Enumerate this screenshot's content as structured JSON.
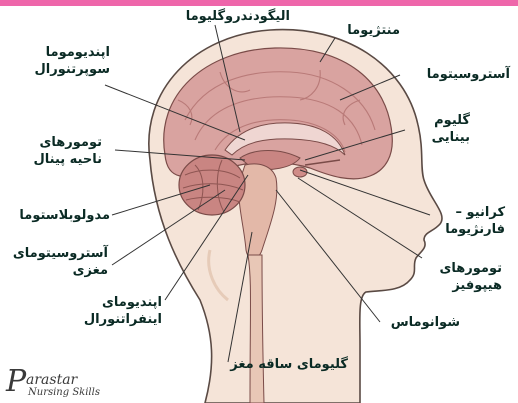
{
  "colors": {
    "background": "#ffffff",
    "skin": "#f5e4d8",
    "outline": "#5a4a44",
    "brain": "#d9a3a0",
    "brain_fold": "#b97a78",
    "cerebellum": "#c98582",
    "leader": "#333333",
    "label_text": "#0a2a24",
    "top_strip": "#ee66aa"
  },
  "labels": {
    "oligodendroglioma": "الیگودندروگلیوما",
    "meningioma": "منتژیوما",
    "ependymoma_supratentorial": [
      "اپندیوموما",
      "سوپرتنورال"
    ],
    "astrocytoma": "آستروسیتوما",
    "optic_glioma": [
      "گلیوم",
      "بینایی"
    ],
    "pineal_tumors": [
      "تومورهای",
      "ناحیه پینال"
    ],
    "craniopharyngioma": [
      "کرانیو –",
      "فارنژیوما"
    ],
    "medulloblastoma": "مدولوبلاستوما",
    "pituitary_tumors": [
      "تومورهای",
      "هیپوفیز"
    ],
    "cerebellar_astrocytoma": [
      "آستروسیتومای",
      "مغزی"
    ],
    "ependymoma_infratentorial": [
      "اپندیومای",
      "اینفراتنورال"
    ],
    "schwannoma": "شوانوماس",
    "brainstem_glioma": "گلیومای ساقه مغز"
  },
  "logo": {
    "initial": "P",
    "name": "arastar",
    "tagline": "Nursing Skills"
  }
}
